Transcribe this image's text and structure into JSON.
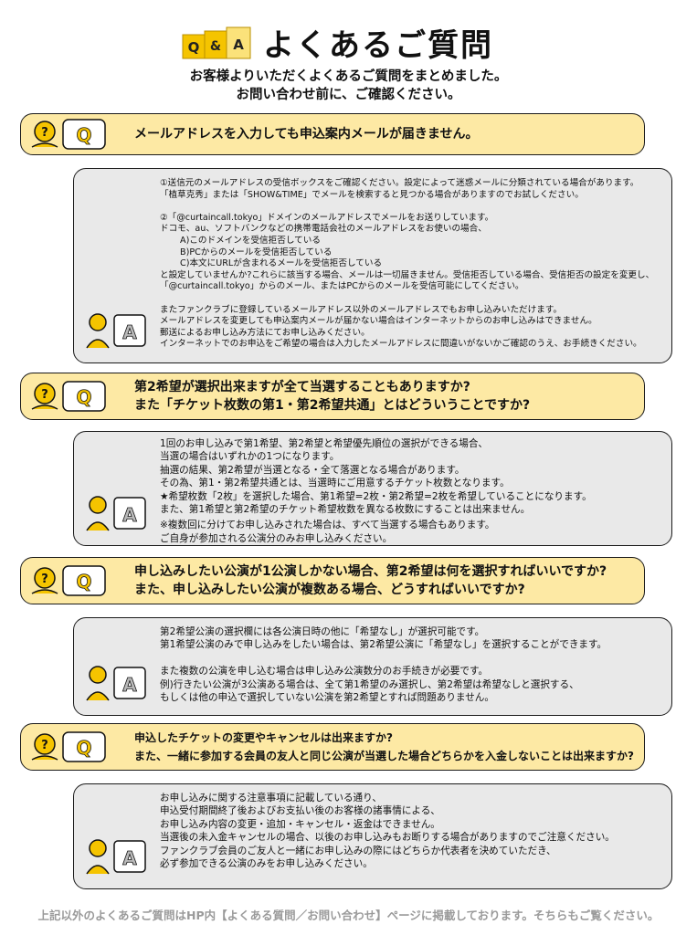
{
  "header": {
    "logo_text": "Q&A",
    "title": "よくあるご質問",
    "subtitle_line1": "お客様よりいただくよくあるご質問をまとめました。",
    "subtitle_line2": "お問い合わせ前に、ご確認ください。"
  },
  "faq": [
    {
      "question": [
        "メールアドレスを入力しても申込案内メールが届きません。"
      ],
      "answer": [
        "①送信元のメールアドレスの受信ボックスをご確認ください。設定によって迷惑メールに分類されている場合があります。",
        "「植草克秀」または「SHOW&TIME」でメールを検索すると見つかる場合がありますのでお試しください。",
        "",
        "②「@curtaincall.tokyo」ドメインのメールアドレスでメールをお送りしています。",
        "ドコモ、au、ソフトバンクなどの携帯電話会社のメールアドレスをお使いの場合、",
        "A)このドメインを受信拒否している",
        "B)PCからのメールを受信拒否している",
        "C)本文にURLが含まれるメールを受信拒否している",
        "と設定していませんか?これらに該当する場合、メールは一切届きません。受信拒否している場合、受信拒否の設定を変更し、",
        "「@curtaincall.tokyo」からのメール、またはPCからのメールを受信可能にしてください。",
        "",
        "またファンクラブに登録しているメールアドレス以外のメールアドレスでもお申し込みいただけます。",
        "メールアドレスを変更しても申込案内メールが届かない場合はインターネットからのお申し込みはできません。",
        "郵送によるお申し込み方法にてお申し込みください。",
        "インターネットでのお申込をご希望の場合は入力したメールアドレスに間違いがないかご確認のうえ、お手続きください。"
      ]
    },
    {
      "question": [
        "第2希望が選択出来ますが全て当選することもありますか?",
        "また「チケット枚数の第1・第2希望共通」とはどういうことですか?"
      ],
      "answer": [
        "1回のお申し込みで第1希望、第2希望と希望優先順位の選択ができる場合、",
        "当選の場合はいずれかの1つになります。",
        "抽選の結果、第2希望が当選となる・全て落選となる場合があります。",
        "その為、第1・第2希望共通とは、当選時にご用意するチケット枚数となります。",
        "★希望枚数「2枚」を選択した場合、第1希望=2枚・第2希望=2枚を希望していることになります。",
        "また、第1希望と第2希望のチケット希望枚数を異なる枚数にすることは出来ません。",
        "※複数回に分けてお申し込みされた場合は、すべて当選する場合もあります。",
        "ご自身が参加される公演分のみお申し込みください。"
      ]
    },
    {
      "question": [
        "申し込みしたい公演が1公演しかない場合、第2希望は何を選択すればいいですか?",
        "また、申し込みしたい公演が複数ある場合、どうすればいいですか?"
      ],
      "answer": [
        "第2希望公演の選択欄には各公演日時の他に「希望なし」が選択可能です。",
        "第1希望公演のみで申し込みをしたい場合は、第2希望公演に「希望なし」を選択することができます。",
        "",
        "また複数の公演を申し込む場合は申し込み公演数分のお手続きが必要です。",
        "例)行きたい公演が3公演ある場合は、全て第1希望のみ選択し、第2希望は希望なしと選択する、",
        "もしくは他の申込で選択していない公演を第2希望とすれば問題ありません。"
      ]
    },
    {
      "question": [
        "申込したチケットの変更やキャンセルは出来ますか?",
        "また、一緒に参加する会員の友人と同じ公演が当選した場合どちらかを入金しないことは出来ますか?"
      ],
      "answer": [
        "お申し込みに関する注意事項に記載している通り、",
        "申込受付期間終了後およびお支払い後のお客様の諸事情による、",
        "お申し込み内容の変更・追加・キャンセル・返金はできません。",
        "当選後の未入金キャンセルの場合、以後のお申し込みもお断りする場合がありますのでご注意ください。",
        "ファンクラブ会員のご友人と一緒にお申し込みの際にはどちらか代表者を決めていただき、",
        "必ず参加できる公演のみをお申し込みください。"
      ]
    }
  ],
  "footer": "上記以外のよくあるご質問はHP内【よくある質問／お問い合わせ】ページに掲載しております。そちらもご覧ください。",
  "colors": {
    "question_bg": "#fde9a4",
    "answer_bg": "#e9e9e9",
    "accent_yellow": "#f5c400",
    "footer_text": "#9a9a9a"
  }
}
